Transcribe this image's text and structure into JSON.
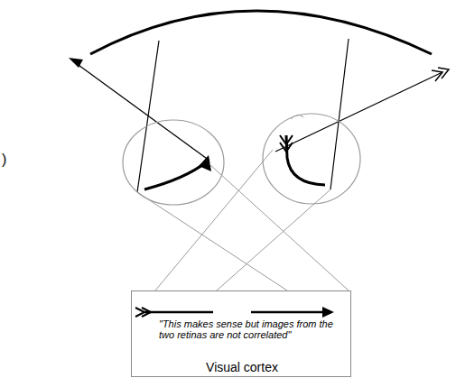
{
  "diagram": {
    "nodes": [
      {
        "text": [
          "\"This makes sense but images from the two retinas are not correlated\"",
          "Visual cortex"
        ]
      }
    ],
    "labels": [
      ")"
    ]
  }
}
